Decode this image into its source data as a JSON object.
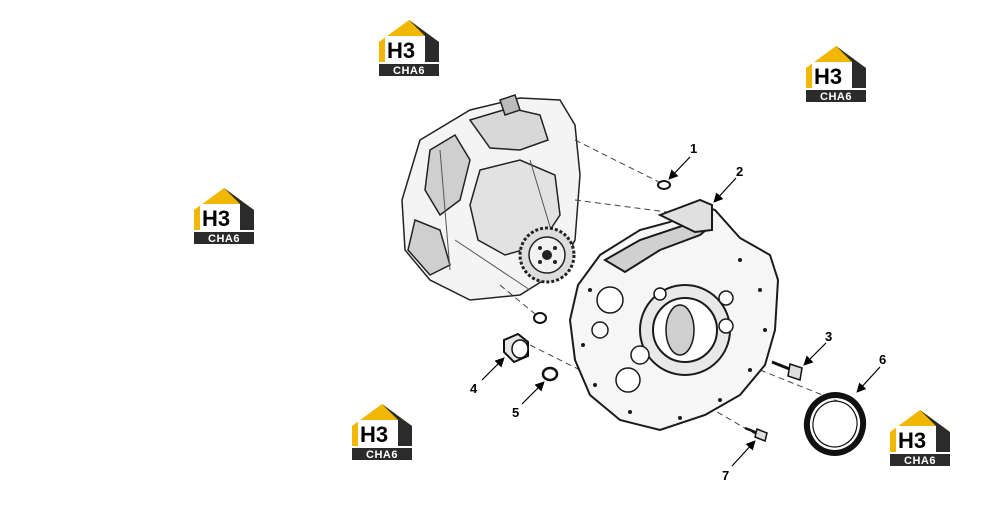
{
  "watermark": {
    "letters": "H3",
    "subtitle": "CHA6",
    "colors": {
      "yellow": "#F2B705",
      "dark": "#2b2b2b"
    }
  },
  "callouts": [
    "1",
    "2",
    "3",
    "4",
    "5",
    "6",
    "7"
  ]
}
